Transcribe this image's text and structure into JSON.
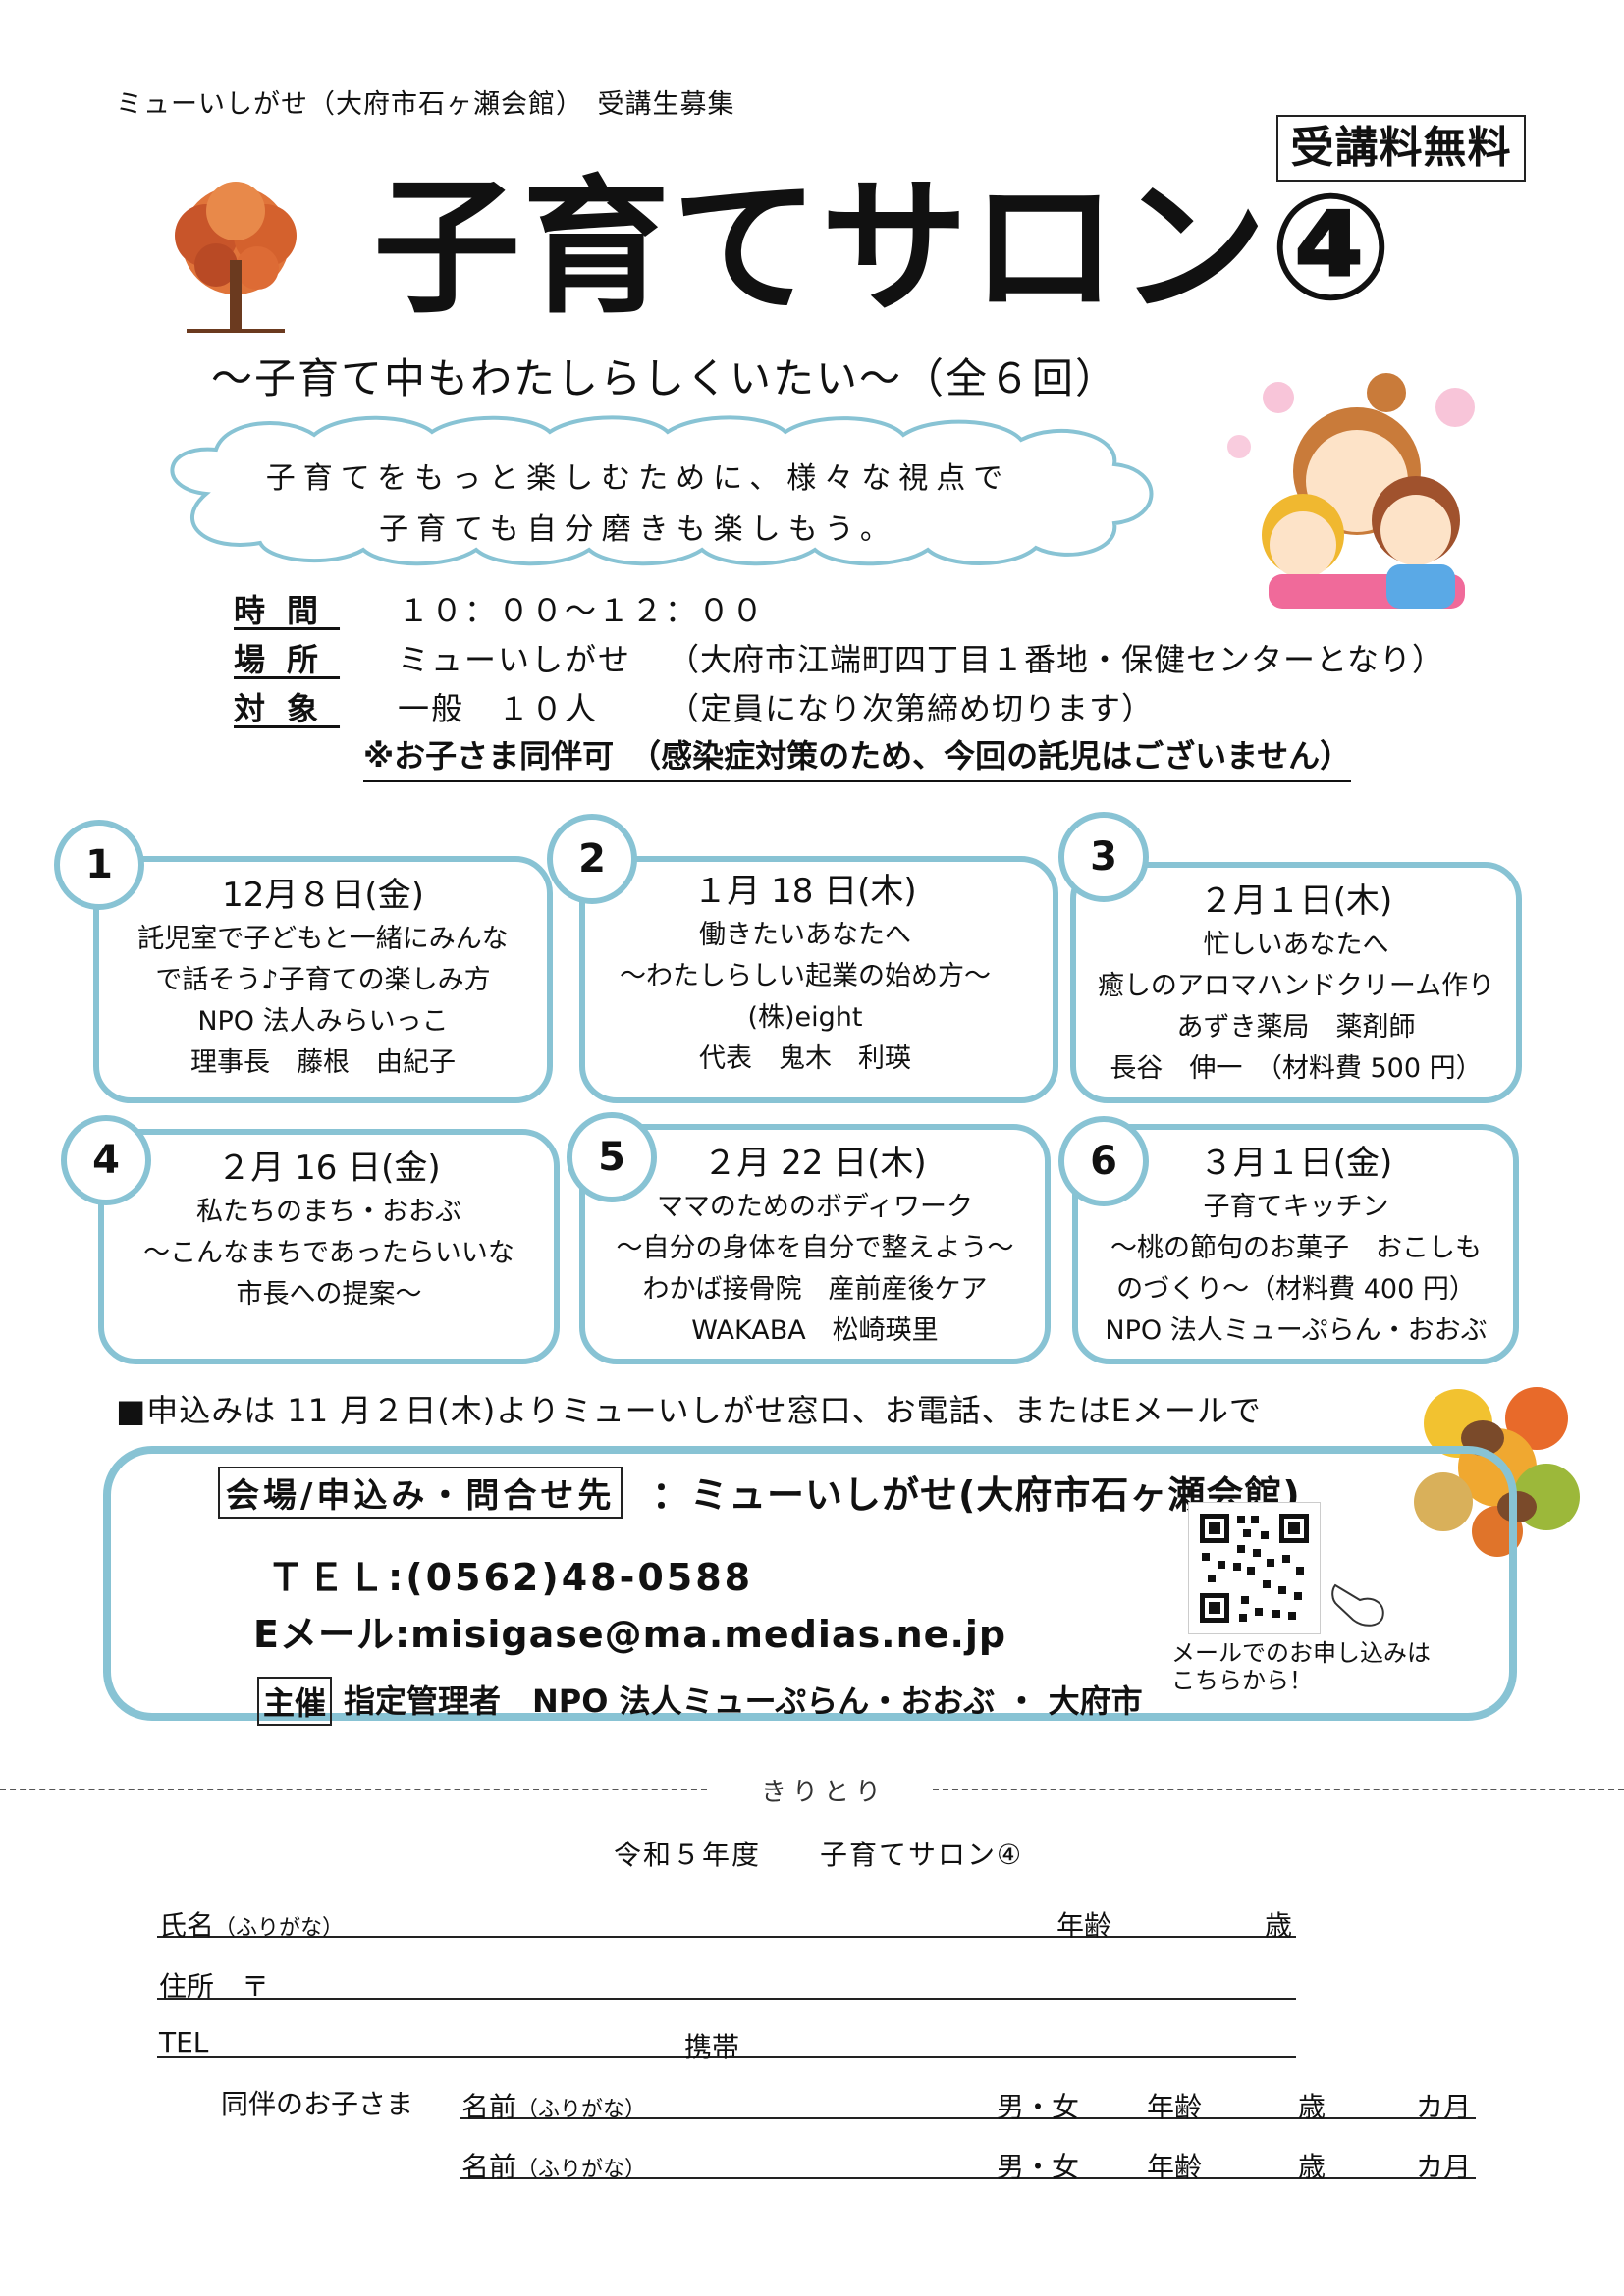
{
  "header": {
    "text": "ミューいしがせ（大府市石ヶ瀬会館）　受講生募集",
    "free_badge": "受講料無料"
  },
  "title": "子育てサロン④",
  "subtitle": "～子育て中もわたしらしくいたい～（全６回）",
  "cloud": {
    "line1": "子育てをもっと楽しむために、様々な視点で",
    "line2": "子育ても自分磨きも楽しもう。"
  },
  "info": {
    "time_label": "時間",
    "time_value": "１０：００～１２：００",
    "place_label": "場所",
    "place_value": "ミューいしがせ",
    "place_note": "（大府市江端町四丁目１番地・保健センターとなり）",
    "target_label": "対象",
    "target_value": "一般　１０人",
    "target_note": "（定員になり次第締め切ります）",
    "child_note": "※お子さま同伴可　（感染症対策のため、今回の託児はございません）"
  },
  "sessions": [
    {
      "num": "1",
      "date": "12月８日(金)",
      "lines": [
        "託児室で子どもと一緒にみんな",
        "で話そう♪子育ての楽しみ方",
        "NPO 法人みらいっこ",
        "理事長　藤根　由紀子"
      ]
    },
    {
      "num": "2",
      "date": "１月 18 日(木)",
      "lines": [
        "働きたいあなたへ",
        "～わたしらしい起業の始め方～",
        "(株)eight",
        "代表　鬼木　利瑛"
      ]
    },
    {
      "num": "3",
      "date": "２月１日(木)",
      "lines": [
        "忙しいあなたへ",
        "癒しのアロマハンドクリーム作り",
        "あずき薬局　薬剤師",
        "長谷　伸一　（材料費 500 円）"
      ]
    },
    {
      "num": "4",
      "date": "２月 16 日(金)",
      "lines": [
        "私たちのまち・おおぶ",
        "～こんなまちであったらいいな",
        "市長への提案～"
      ]
    },
    {
      "num": "5",
      "date": "２月 22 日(木)",
      "lines": [
        "ママのためのボディワーク",
        "～自分の身体を自分で整えよう～",
        "わかば接骨院　産前産後ケア",
        "WAKABA　松崎瑛里"
      ]
    },
    {
      "num": "6",
      "date": "３月１日(金)",
      "lines": [
        "子育てキッチン",
        "～桃の節句のお菓子　おこしも",
        "のづくり～（材料費 400 円）",
        "NPO 法人ミューぷらん・おおぶ"
      ]
    }
  ],
  "apply": "■申込みは 11 月２日(木)よりミューいしがせ窓口、お電話、またはEメールで",
  "contact": {
    "label": "会場/申込み・問合せ先",
    "name": "：ミューいしがせ(大府市石ヶ瀬会館)",
    "tel": "ＴＥＬ:(0562)48-0588",
    "mail": "Eメール:misigase@ma.medias.ne.jp",
    "host_label": "主催",
    "host_text": "指定管理者　NPO 法人ミューぷらん・おおぶ ・ 大府市",
    "qr_caption_1": "メールでのお申し込みは",
    "qr_caption_2": "こちらから！"
  },
  "cut_label": "きりとり",
  "form": {
    "title": "令和５年度　　子育てサロン④",
    "name_label": "氏名",
    "furigana": "（ふりがな）",
    "age_label": "年齢",
    "sai": "歳",
    "address_label": "住所　〒",
    "tel_label": "TEL",
    "mobile_label": "携帯",
    "child_label": "同伴のお子さま",
    "child_name": "名前",
    "gender": "男・女",
    "month": "カ月"
  },
  "colors": {
    "accent": "#88c3d4",
    "tree": "#c8552a"
  }
}
